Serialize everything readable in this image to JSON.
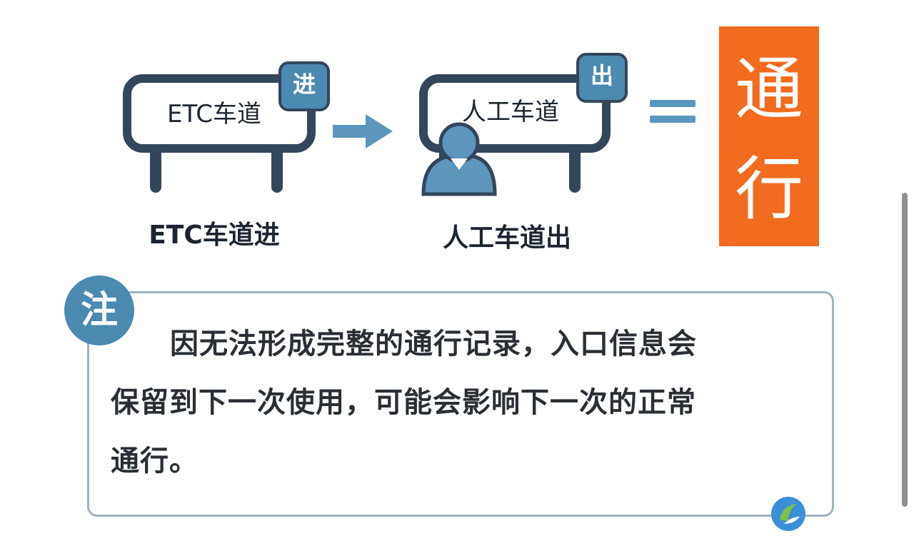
{
  "left_sign": {
    "label": "ETC车道",
    "tag": "进",
    "caption": "ETC车道进"
  },
  "right_sign": {
    "label": "人工车道",
    "tag": "出",
    "caption": "人工车道出"
  },
  "equals": "=",
  "result": {
    "chars": [
      "通",
      "行"
    ]
  },
  "note": {
    "badge": "注",
    "lines": [
      "因无法形成完整的通行记录，入口信息会",
      "保留到下一次使用，可能会影响下一次的正常",
      "通行。"
    ]
  },
  "colors": {
    "sign_border": "#34465a",
    "tag_blue": "#4b8ab1",
    "arrow_blue": "#5d96bd",
    "result_orange": "#f26b1f",
    "note_border": "#9fb3c1"
  }
}
